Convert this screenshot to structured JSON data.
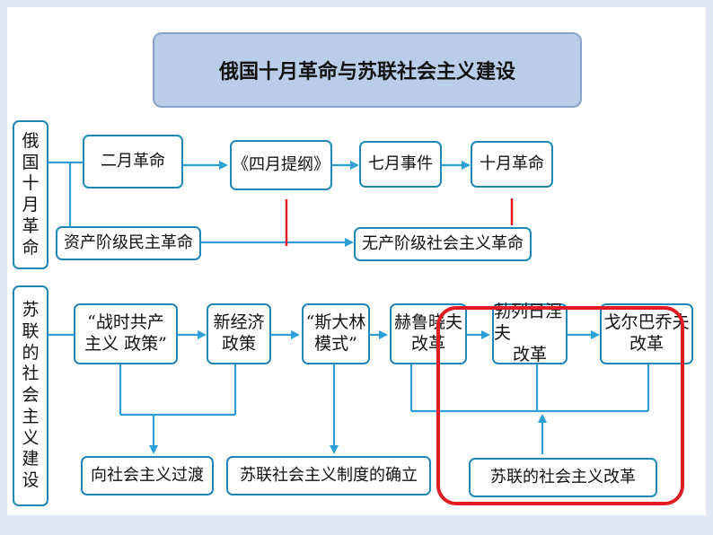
{
  "title": "俄国十月革命与苏联社会主义建设",
  "section1": {
    "label": "俄国十月革命",
    "nodes": {
      "feb_revolution": "二月革命",
      "april_theses": "《四月提纲》",
      "july_events": "七月事件",
      "oct_revolution": "十月革命",
      "bourgeois_revolution": "资产阶级民主革命",
      "proletarian_revolution": "无产阶级社会主义革命"
    }
  },
  "section2": {
    "label": "苏联的社会主义建设",
    "nodes": {
      "war_communism": [
        "“战时共产",
        "主义 政策”"
      ],
      "nep": [
        "新经济",
        "政策"
      ],
      "stalin_model": [
        "“斯大林",
        "模式”"
      ],
      "khrushchev": [
        "赫鲁晓夫",
        "改革"
      ],
      "brezhnev": [
        "勃列日涅夫",
        "改革"
      ],
      "gorbachev": [
        "戈尔巴乔夫",
        "改革"
      ],
      "transition": "向社会主义过渡",
      "establishment": "苏联社会主义制度的确立",
      "soviet_reform": "苏联的社会主义改革"
    }
  },
  "colors": {
    "box_border": "#1f87b5",
    "arrow": "#2b9fd6",
    "red": "#e41a23",
    "title_bg": "#b9cde8"
  }
}
